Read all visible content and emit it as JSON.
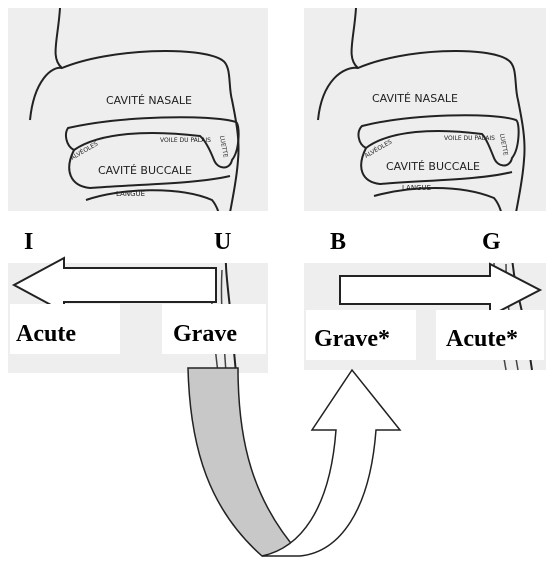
{
  "left_panel": {
    "nasal_label": "CAVITÉ NASALE",
    "velum_label": "VOILE DU PALAIS",
    "alveoli_label": "ALVÉOLES",
    "uvula_label": "LUETTE",
    "oral_label": "CAVITÉ BUCCALE",
    "tongue_label": "LANGUE",
    "left_letter": "I",
    "right_letter": "U",
    "left_feature": "Acute",
    "right_feature": "Grave"
  },
  "right_panel": {
    "nasal_label": "CAVITÉ NASALE",
    "velum_label": "VOILE DU PALAIS",
    "alveoli_label": "ALVÉOLES",
    "uvula_label": "LUETTE",
    "oral_label": "CAVITÉ BUCCALE",
    "tongue_label": "LANGUE",
    "left_letter": "B",
    "right_letter": "G",
    "left_feature": "Grave*",
    "right_feature": "Acute*"
  },
  "colors": {
    "panel_bg": "#eeeeee",
    "label_box_bg": "#ffffff",
    "ribbon_back": "#c8c8c8",
    "ribbon_front": "#ffffff",
    "line": "#222222"
  }
}
